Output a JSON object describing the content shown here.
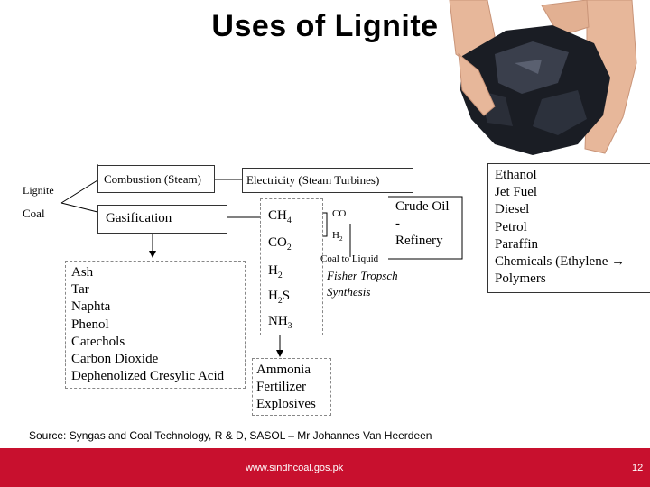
{
  "title": "Uses of Lignite",
  "left_labels": [
    "Lignite",
    "Coal"
  ],
  "process": {
    "combustion": "Combustion (Steam)",
    "gasification": "Gasification",
    "electricity": "Electricity (Steam Turbines)"
  },
  "gases": {
    "ch4": "CH",
    "ch4_sub": "4",
    "co2": "CO",
    "co2_sub": "2",
    "h2": "H",
    "h2_sub": "2",
    "h2s": "H",
    "h2s_sub": "2",
    "h2s_tail": "S",
    "nh3": "NH",
    "nh3_sub": "3"
  },
  "syngas": {
    "co": "CO",
    "h2": "H",
    "h2_sub": "2"
  },
  "coal_to_liquid": "Coal to Liquid",
  "fisher": [
    "Fisher Tropsch",
    "Synthesis"
  ],
  "crude_oil": [
    "Crude Oil",
    "-",
    "Refinery"
  ],
  "byproducts": [
    "Ash",
    "Tar",
    "Naphta",
    "Phenol",
    "Catechols",
    "Carbon Dioxide",
    "Dephenolized Cresylic Acid"
  ],
  "ammonia": [
    "Ammonia",
    "Fertilizer",
    "Explosives"
  ],
  "fuels": [
    "Ethanol",
    "Jet Fuel",
    "Diesel",
    "Petrol",
    "Paraffin",
    "Chemicals (Ethylene →",
    "Polymers"
  ],
  "source": "Source: Syngas and Coal Technology, R & D, SASOL – Mr Johannes Van Heerdeen",
  "footer": {
    "url": "www.sindhcoal.gos.pk",
    "page": "12"
  },
  "colors": {
    "footer": "#c8102e",
    "coal": "#1a1d24",
    "skin": "#e7b79a"
  }
}
